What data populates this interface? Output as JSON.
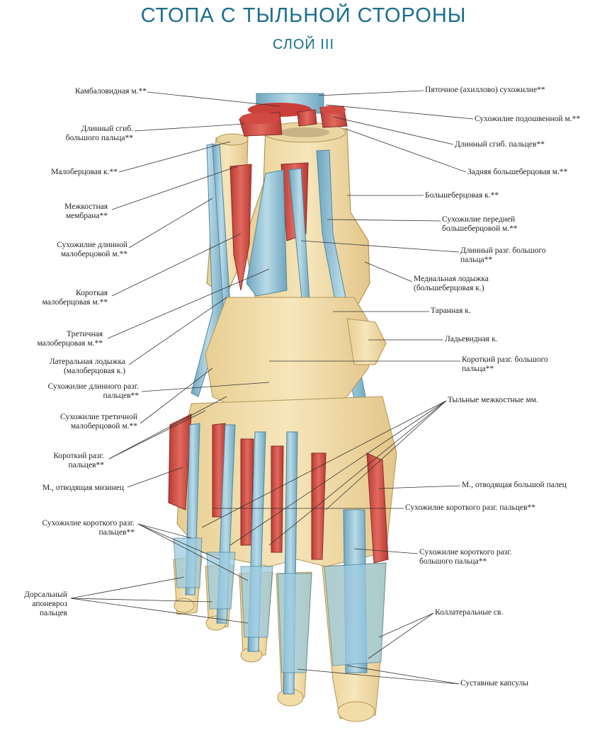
{
  "title": "СТОПА С ТЫЛЬНОЙ СТОРОНЫ",
  "subtitle": "СЛОЙ III",
  "labels_left": [
    {
      "id": "soleus",
      "text": "Камбаловидная м.**"
    },
    {
      "id": "fhl",
      "text": "Длинный сгиб.\nбольшого пальца**"
    },
    {
      "id": "fibula",
      "text": "Малоберцовая к.**"
    },
    {
      "id": "interosseous-membrane",
      "text": "Межкостная\nмембрана**"
    },
    {
      "id": "peroneus-longus-tendon",
      "text": "Сухожилие длинной\nмалоберцовой м.**"
    },
    {
      "id": "peroneus-brevis",
      "text": "Короткая\nмалоберцовая м.**"
    },
    {
      "id": "peroneus-tertius",
      "text": "Третичная\nмалоберцовая м.**"
    },
    {
      "id": "lateral-malleolus",
      "text": "Латеральная лодыжка\n(малоберцовая к.)"
    },
    {
      "id": "edl-tendon",
      "text": "Сухожилие длинного разг.\nпальцев**"
    },
    {
      "id": "peroneus-tertius-tendon",
      "text": "Сухожилие третичной\nмалоберцовой м.**"
    },
    {
      "id": "edb",
      "text": "Короткий разг.\nпальцев**"
    },
    {
      "id": "abductor-digiti-minimi",
      "text": "М., отводящая мизинец"
    },
    {
      "id": "edb-tendon",
      "text": "Сухожилие короткого разг.\nпальцев**"
    },
    {
      "id": "dorsal-aponeurosis",
      "text": "Дорсальный\nапоневроз\nпальцев"
    }
  ],
  "labels_right": [
    {
      "id": "achilles",
      "text": "Пяточное (ахиллово) сухожилие**"
    },
    {
      "id": "plantaris-tendon",
      "text": "Сухожилие подошвенной м.**"
    },
    {
      "id": "fdl",
      "text": "Длинный сгиб. пальцев**"
    },
    {
      "id": "tibialis-posterior",
      "text": "Задняя большеберцовая м.**"
    },
    {
      "id": "tibia",
      "text": "Большеберцовая к.**"
    },
    {
      "id": "tibialis-anterior-tendon",
      "text": "Сухожилие передней\nбольшеберцовой м.**"
    },
    {
      "id": "ehl",
      "text": "Длинный разг. большого\nпальца**"
    },
    {
      "id": "medial-malleolus",
      "text": "Медиальная лодыжка\n(большеберцовая к.)"
    },
    {
      "id": "talus",
      "text": "Таранная к."
    },
    {
      "id": "navicular",
      "text": "Ладьевидная к."
    },
    {
      "id": "ehb",
      "text": "Короткий разг. большого\nпальца**"
    },
    {
      "id": "dorsal-interossei",
      "text": "Тыльные межкостные мм."
    },
    {
      "id": "abductor-hallucis",
      "text": "М., отводящая большой палец"
    },
    {
      "id": "edb-tendon-r",
      "text": "Сухожилие короткого разг. пальцев**"
    },
    {
      "id": "ehb-tendon",
      "text": "Сухожилие короткого разг.\nбольшого пальца**"
    },
    {
      "id": "collateral-ligaments",
      "text": "Коллатеральные св."
    },
    {
      "id": "joint-capsules",
      "text": "Суставные капсулы"
    }
  ],
  "colors": {
    "title": "#1a6d8e",
    "bone": "#f0dca6",
    "muscle": "#d9504a",
    "tendon": "#8fc0d6",
    "line": "#333333"
  }
}
